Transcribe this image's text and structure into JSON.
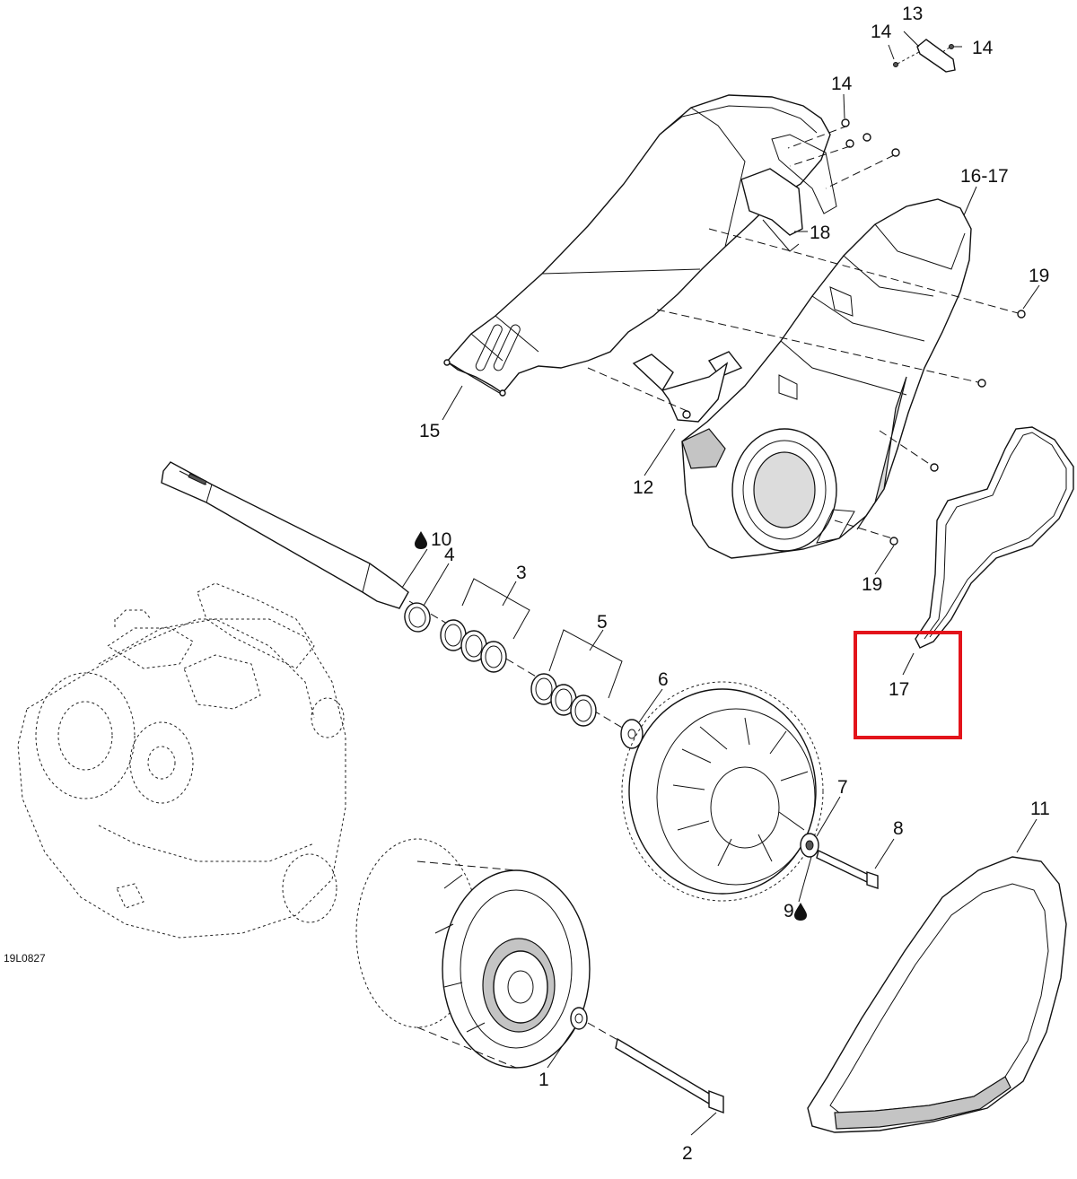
{
  "diagram": {
    "drawing_code": "19L0827",
    "highlight_color": "#e3141b",
    "callouts": [
      {
        "id": "c1",
        "label": "1"
      },
      {
        "id": "c2",
        "label": "2"
      },
      {
        "id": "c3",
        "label": "3"
      },
      {
        "id": "c4",
        "label": "4"
      },
      {
        "id": "c5",
        "label": "5"
      },
      {
        "id": "c6",
        "label": "6"
      },
      {
        "id": "c7",
        "label": "7"
      },
      {
        "id": "c8",
        "label": "8"
      },
      {
        "id": "c9",
        "label": "9",
        "icon": "oil-drop-icon"
      },
      {
        "id": "c10",
        "label": "10",
        "icon": "oil-drop-icon"
      },
      {
        "id": "c11",
        "label": "11"
      },
      {
        "id": "c12",
        "label": "12"
      },
      {
        "id": "c13",
        "label": "13"
      },
      {
        "id": "c14a",
        "label": "14"
      },
      {
        "id": "c14b",
        "label": "14"
      },
      {
        "id": "c14c",
        "label": "14"
      },
      {
        "id": "c15",
        "label": "15"
      },
      {
        "id": "c16",
        "label": "16-17"
      },
      {
        "id": "c17",
        "label": "17",
        "highlighted": true
      },
      {
        "id": "c18",
        "label": "18"
      },
      {
        "id": "c19a",
        "label": "19"
      },
      {
        "id": "c19b",
        "label": "19"
      }
    ]
  }
}
